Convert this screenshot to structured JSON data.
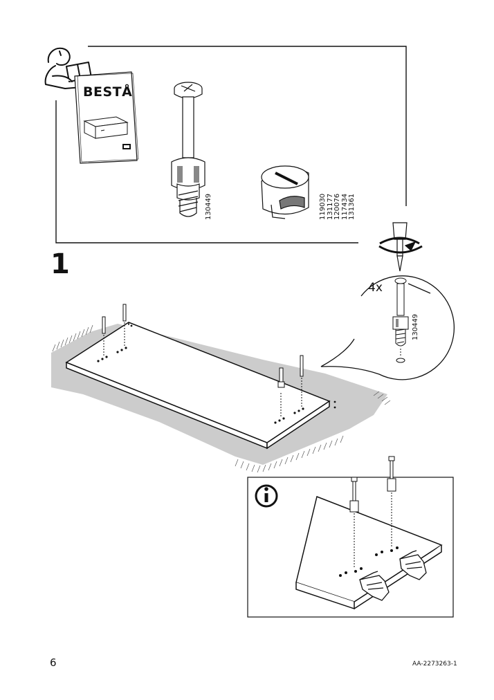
{
  "header": {
    "booklet_title": "BESTÅ"
  },
  "parts": {
    "cam_bolt_number": "130449",
    "cam_lock_numbers": [
      "119030",
      "131177",
      "120076",
      "117434",
      "131361"
    ]
  },
  "step": {
    "number": "1",
    "quantity": "4x",
    "detail_part_number": "130449"
  },
  "info_box": {
    "icon": "info-icon"
  },
  "footer": {
    "page_number": "6",
    "document_id": "AA-2273263-1"
  }
}
